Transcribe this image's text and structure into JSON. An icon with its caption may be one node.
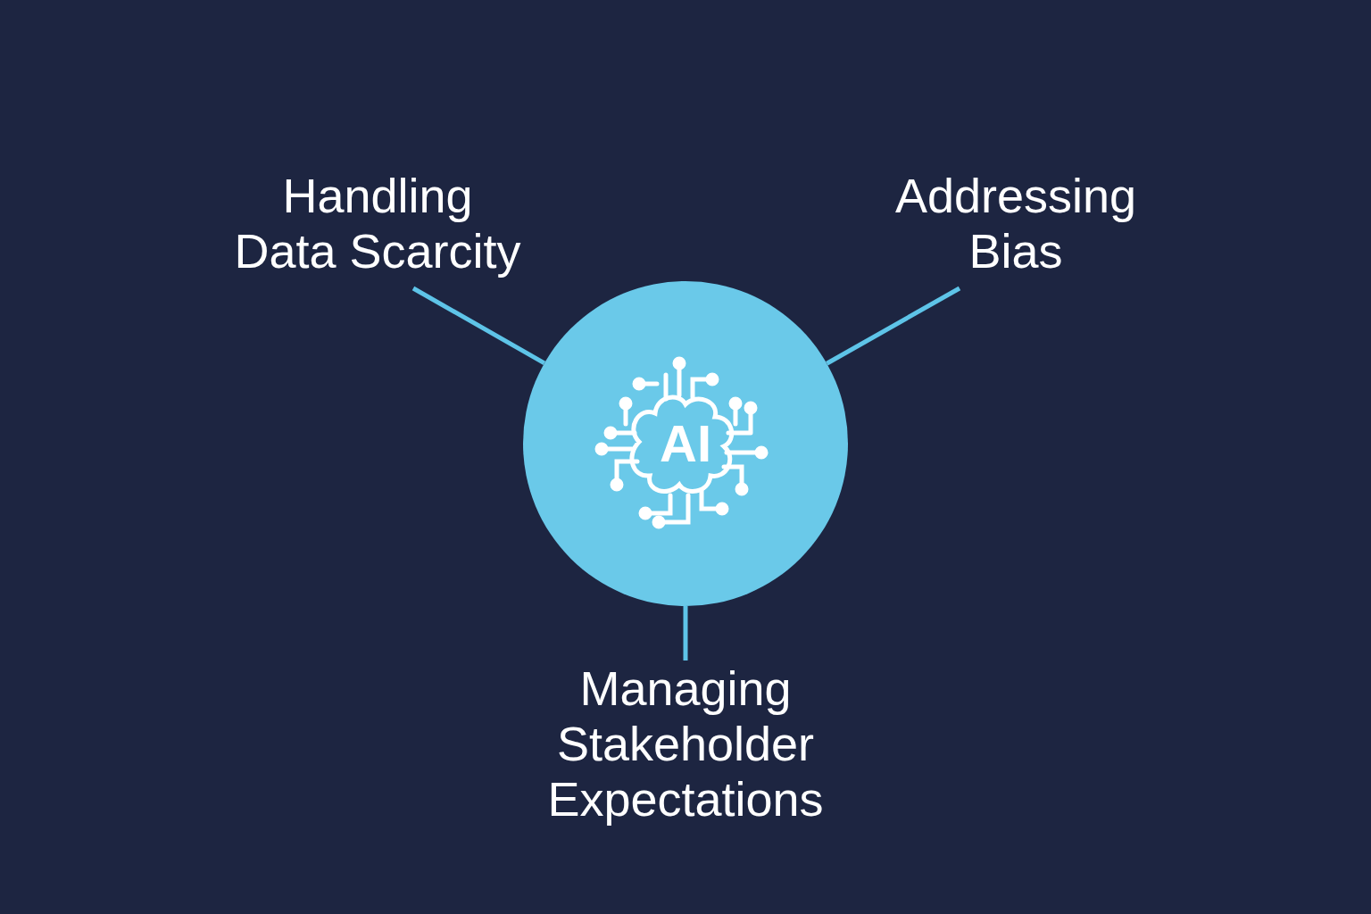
{
  "diagram": {
    "nodes": [
      {
        "text": [
          "AI"
        ]
      },
      {
        "text": [
          "Handling Data Scarcity"
        ]
      },
      {
        "text": [
          "Addressing Bias"
        ]
      },
      {
        "text": [
          "Managing Stakeholder Expectations"
        ]
      }
    ],
    "edges": [
      {
        "from": 0,
        "to": 1,
        "arrow": "none"
      },
      {
        "from": 0,
        "to": 2,
        "arrow": "none"
      },
      {
        "from": 0,
        "to": 3,
        "arrow": "none"
      }
    ]
  }
}
